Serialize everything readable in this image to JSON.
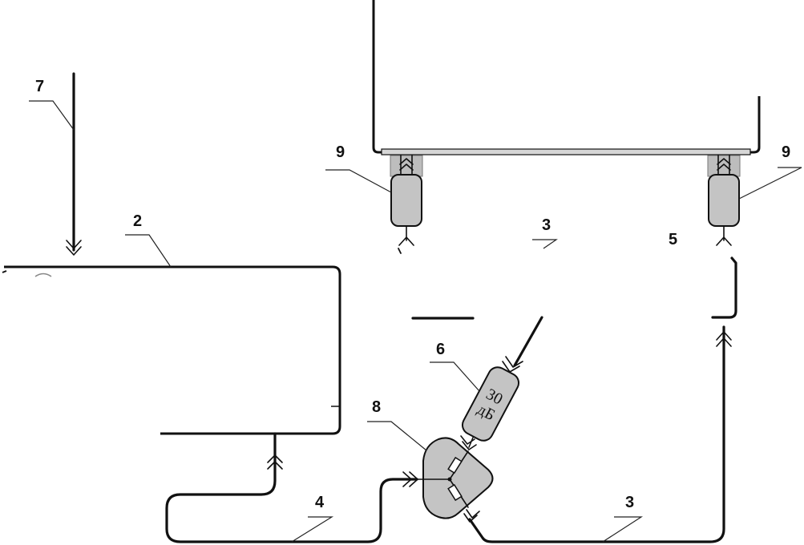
{
  "callouts": {
    "c7": "7",
    "c2": "2",
    "c9_left": "9",
    "c9_right": "9",
    "c3_top": "3",
    "c5": "5",
    "c6": "6",
    "c8": "8",
    "c4": "4",
    "c3_bottom": "3"
  },
  "attenuator": {
    "value": "30",
    "unit": "дБ"
  },
  "colors": {
    "line": "#111111",
    "component_fill": "#c4c4c4",
    "background": "#ffffff"
  }
}
